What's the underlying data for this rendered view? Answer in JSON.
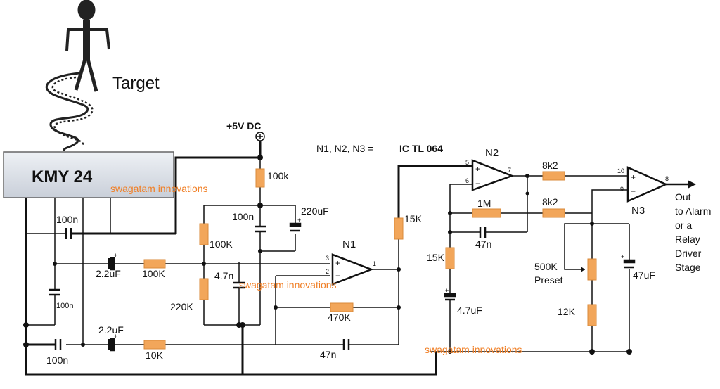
{
  "colors": {
    "resistor": "#f2a65a",
    "resistor_stroke": "#d98a3a",
    "watermark": "#f07f26",
    "module_fill": "#d8dde6",
    "wire": "#111111"
  },
  "target": {
    "label": "Target"
  },
  "sensor": {
    "label": "KMY 24"
  },
  "supply": {
    "label": "+5V DC"
  },
  "ic_note": {
    "prefix": "N1, N2, N3 =",
    "value": "IC TL 064"
  },
  "opamps": {
    "n1": "N1",
    "n2": "N2",
    "n3": "N3"
  },
  "pins": {
    "n1_in_plus": "3",
    "n1_in_minus": "2",
    "n1_out": "1",
    "n2_in_plus": "5",
    "n2_in_minus": "6",
    "n2_out": "7",
    "n3_in_plus": "10",
    "n3_in_minus": "9",
    "n3_out": "8",
    "plus": "+",
    "minus": "−"
  },
  "components": {
    "r_100k_top": "100k",
    "c_220uf": "220uF",
    "c_100n_mid": "100n",
    "r_100k_divider": "100K",
    "r_220k": "220K",
    "c_4n7": "4.7n",
    "c_100n_top_left": "100n",
    "c_100n_vert_left": "100n",
    "c_100n_bottom_left": "100n",
    "c_2u2_top": "2.2uF",
    "c_2u2_bottom": "2.2uF",
    "r_100k_series": "100K",
    "r_10k": "10K",
    "r_470k": "470K",
    "c_47n_bottom": "47n",
    "r_15k_right": "15K",
    "r_15k_left": "15K",
    "c_4u7": "4.7uF",
    "r_1m": "1M",
    "c_47n_mid": "47n",
    "r_8k2_top": "8k2",
    "r_8k2_bottom": "8k2",
    "preset_label": "500K",
    "preset_sub": "Preset",
    "c_47uf": "47uF",
    "r_12k": "12K"
  },
  "output": {
    "lines": [
      "Out",
      "to Alarm",
      "or a",
      "Relay",
      "Driver",
      "Stage"
    ]
  },
  "watermark": {
    "text": "swagatam innovations"
  }
}
